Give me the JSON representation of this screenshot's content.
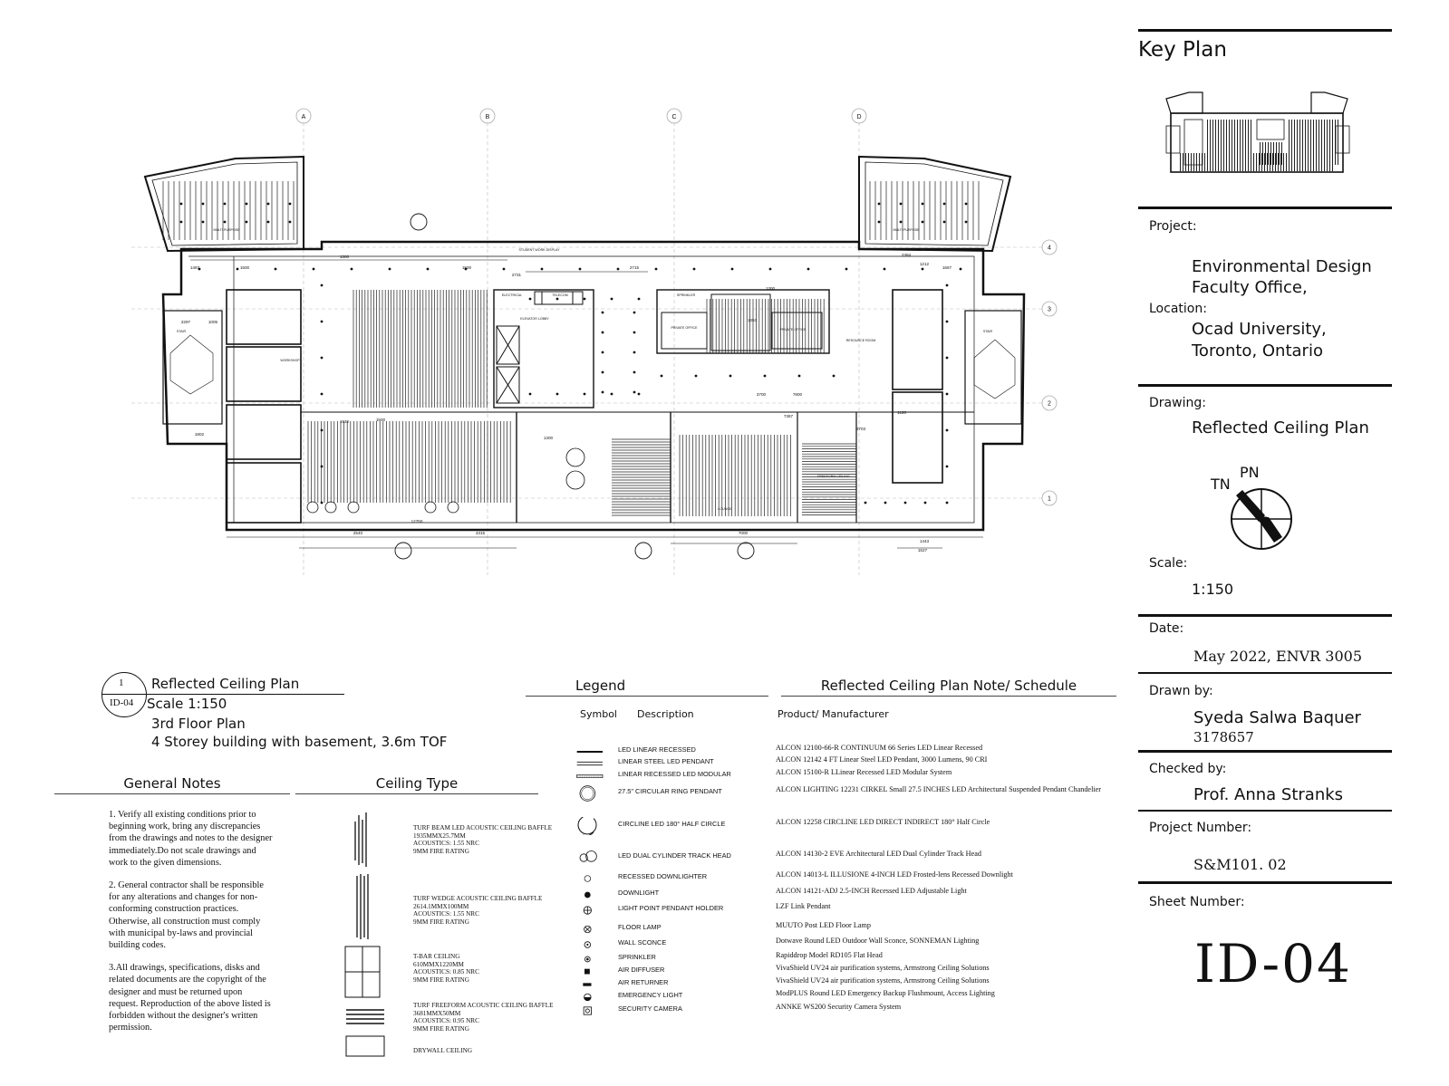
{
  "title_block": {
    "key_plan_title": "Key Plan",
    "project_label": "Project:",
    "project_line1": "Environmental Design",
    "project_line2": "Faculty Office,",
    "location_label": "Location:",
    "location_line1": "Ocad University,",
    "location_line2": "Toronto, Ontario",
    "drawing_label": "Drawing:",
    "drawing_value": "Reflected Ceiling Plan",
    "north_tn": "TN",
    "north_pn": "PN",
    "scale_label": "Scale:",
    "scale_value": "1:150",
    "date_label": "Date:",
    "date_value": "May 2022, ENVR 3005",
    "drawn_by_label": "Drawn by:",
    "drawn_by_name": "Syeda Salwa Baquer",
    "drawn_by_id": "3178657",
    "checked_by_label": "Checked by:",
    "checked_by_value": "Prof. Anna Stranks",
    "project_number_label": "Project Number:",
    "project_number_value": "S&M101. 02",
    "sheet_number_label": "Sheet Number:",
    "sheet_number_value": "ID-04"
  },
  "plan_title": {
    "bubble_number": "1",
    "bubble_ref": "ID-04",
    "title": "Reflected Ceiling Plan",
    "scale": "Scale 1:150",
    "floor": "3rd Floor Plan",
    "building": "4 Storey building with basement, 3.6m TOF"
  },
  "plan": {
    "grid_columns": [
      "A",
      "B",
      "C",
      "D"
    ],
    "grid_rows": [
      "4",
      "3",
      "2",
      "1"
    ],
    "room_labels": [
      "STUDENT WORK DISPLAY",
      "ELECTRICAL",
      "TELECOM",
      "SPRINKLER",
      "ELEVATOR LOBBY",
      "PRIVATE OFFICE",
      "PRIVATE OFFICE",
      "RESOURCE ROOM",
      "WORKSHOP",
      "STAIR",
      "STAIR",
      "MULTI PURPOSE",
      "MULTI PURPOSE",
      "LOUNGE",
      "FREEFORM CEILING"
    ],
    "dimensions": [
      "1300",
      "1500",
      "2715",
      "2731",
      "1467",
      "1500",
      "2384",
      "1212",
      "1667",
      "1300",
      "1353",
      "3700",
      "7800",
      "7387",
      "3703",
      "2540",
      "12750",
      "4315",
      "7000",
      "1443",
      "1527",
      "2297",
      "1005",
      "1802",
      "1300",
      "1500",
      "1632",
      "1128"
    ]
  },
  "general_notes": {
    "heading": "General Notes",
    "notes": [
      "1. Verify all existing conditions prior to beginning work, bring any discrepancies from the drawings and notes to the designer immediately.Do not scale drawings and work to the given dimensions.",
      "2. General contractor shall be responsible for any alterations and changes for non-conforming construction practices. Otherwise, all construction must comply with municipal by-laws and provincial building codes.",
      "3.All drawings, specifications, disks and related documents are the copyright of the designer and must be returned upon request. Reproduction of the above listed is forbidden without the designer's written permission."
    ]
  },
  "ceiling_type": {
    "heading": "Ceiling Type",
    "items": [
      {
        "line1": "TURF BEAM LED ACOUSTIC CEILING BAFFLE",
        "line2": "1935mmx25.7mm",
        "line3": "ACOUSTICS: 1.55 NRC",
        "line4": "9mm FIRE RATING"
      },
      {
        "line1": "TURF WEDGE ACOUSTIC CEILING BAFFLE",
        "line2": "2614.1mmx100mm",
        "line3": "ACOUSTICS: 1.55 NRC",
        "line4": "9mm FIRE RATING"
      },
      {
        "line1": "T-BAR CEILING",
        "line2": "610mmx1220mm",
        "line3": "ACOUSTICS: 0.85 NRC",
        "line4": "9mm FIRE RATING"
      },
      {
        "line1": "TURF FREEFORM ACOUSTIC CEILING BAFFLE",
        "line2": "3681mmx50mm",
        "line3": "ACOUSTICS: 0.95 NRC",
        "line4": "9mm FIRE RATING"
      },
      {
        "line1": "DRYWALL CEILING",
        "line2": "",
        "line3": "",
        "line4": ""
      }
    ]
  },
  "legend": {
    "heading": "Legend",
    "symbol_header": "Symbol",
    "description_header": "Description",
    "schedule_heading": "Reflected Ceiling Plan Note/ Schedule",
    "product_header": "Product/ Manufacturer",
    "rows": [
      {
        "icon": "linear-recessed-icon",
        "desc": "LED LINEAR RECESSED",
        "product": "ALCON 12100-66-R CONTINUUM 66 Series LED Linear Recessed"
      },
      {
        "icon": "linear-pendant-icon",
        "desc": "LINEAR STEEL LED PENDANT",
        "product": "ALCON 12142 4 FT Linear Steel LED Pendant, 3000 Lumens, 90 CRI"
      },
      {
        "icon": "linear-modular-icon",
        "desc": "LINEAR RECESSED LED MODULAR",
        "product": "ALCON 15100-R LLinear Recessed LED Modular System"
      },
      {
        "icon": "ring-pendant-icon",
        "desc": "27.5\" CIRCULAR RING PENDANT",
        "product": "ALCON LIGHTING 12231 CIRKEL Small 27.5 INCHES LED Architectural Suspended Pendant Chandelier"
      },
      {
        "icon": "half-circle-icon",
        "desc": "CIRCLINE LED  180° HALF CIRCLE",
        "product": "ALCON 12258 CIRCLINE LED DIRECT INDIRECT 180° Half Circle"
      },
      {
        "icon": "track-head-icon",
        "desc": "LED DUAL CYLINDER TRACK HEAD",
        "product": "ALCON 14130-2 EVE Architectural LED Dual Cylinder Track Head"
      },
      {
        "icon": "recessed-downlighter-icon",
        "desc": "RECESSED DOWNLIGHTER",
        "product": "ALCON 14013-L ILLUSIONE 4-INCH LED Frosted-lens Recessed Downlight"
      },
      {
        "icon": "downlight-icon",
        "desc": "DOWNLIGHT",
        "product": "ALCON 14121-ADJ 2.5-INCH Recessed LED Adjustable Light"
      },
      {
        "icon": "pendant-holder-icon",
        "desc": "LIGHT POINT PENDANT HOLDER",
        "product": "LZF Link Pendant"
      },
      {
        "icon": "floor-lamp-icon",
        "desc": "FLOOR LAMP",
        "product": "MUUTO Post LED Floor Lamp"
      },
      {
        "icon": "wall-sconce-icon",
        "desc": "WALL SCONCE",
        "product": "Dotwave Round LED Outdoor Wall Sconce, SONNEMAN Lighting"
      },
      {
        "icon": "sprinkler-icon",
        "desc": "SPRINKLER",
        "product": "Rapiddrop Model RD105 Flat Head"
      },
      {
        "icon": "air-diffuser-icon",
        "desc": "AIR DIFFUSER",
        "product": "VivaShield UV24 air purification systems, Armstrong Ceiling Solutions"
      },
      {
        "icon": "air-returner-icon",
        "desc": "AIR RETURNER",
        "product": "VivaShield UV24 air purification systems, Armstrong Ceiling Solutions"
      },
      {
        "icon": "emergency-light-icon",
        "desc": "EMERGENCY LIGHT",
        "product": "ModPLUS Round LED Emergency Backup Flushmount, Access Lighting"
      },
      {
        "icon": "security-camera-icon",
        "desc": "SECURITY CAMERA",
        "product": "ANNKE WS200 Security Camera System"
      }
    ]
  }
}
